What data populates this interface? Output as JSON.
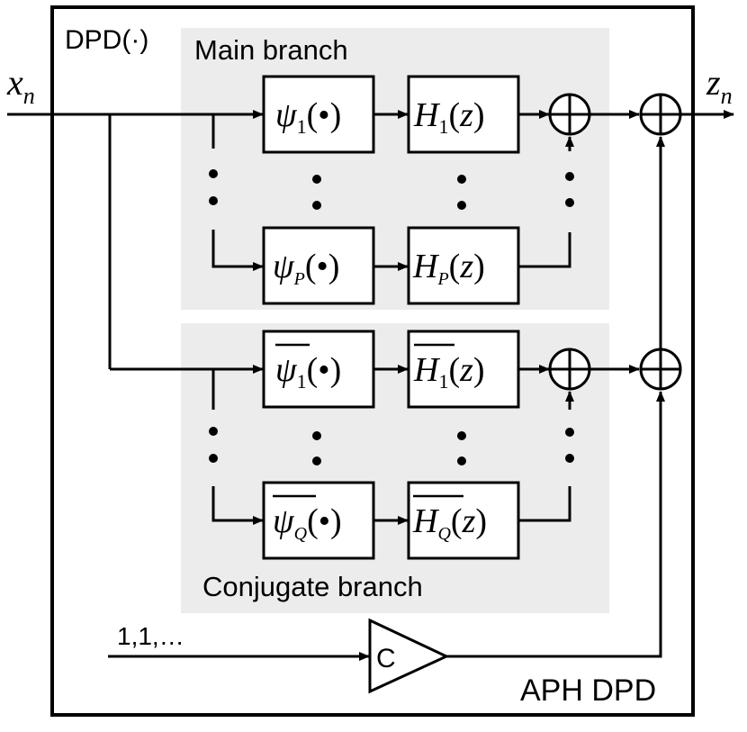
{
  "labels": {
    "dpd": "DPD(·)",
    "main_branch": "Main branch",
    "conjugate_branch": "Conjugate branch",
    "aph_dpd": "APH DPD",
    "ones_input": "1,1,…",
    "gain": "C"
  },
  "signals": {
    "input": {
      "var": "x",
      "sub": "n"
    },
    "output": {
      "var": "z",
      "sub": "n"
    }
  },
  "blocks": {
    "psi": "ψ",
    "h": "H",
    "arg_bullet": "(•)",
    "arg_z_open": "(",
    "arg_z_var": "z",
    "arg_z_close": ")",
    "main": [
      {
        "sub": "1"
      },
      {
        "sub": "P"
      }
    ],
    "conj": [
      {
        "sub": "1"
      },
      {
        "sub": "Q"
      }
    ]
  }
}
